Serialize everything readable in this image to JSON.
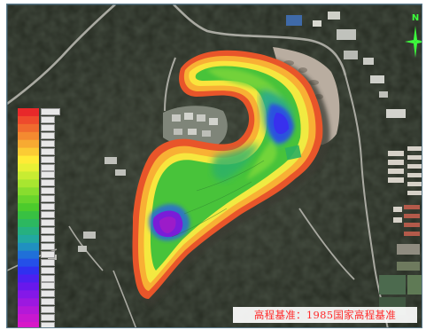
{
  "north_arrow": {
    "label": "N",
    "color": "#3cff3c"
  },
  "caption": {
    "text": "高程基准：1985国家高程基准",
    "color": "#ff2a2a"
  },
  "legend": {
    "tick_count": 28,
    "colors": [
      "#e8282a",
      "#ee4a2c",
      "#f06a2e",
      "#f48a30",
      "#f7aa32",
      "#fbcb34",
      "#ffeb36",
      "#e8f035",
      "#c8ec32",
      "#a8e630",
      "#88dd2e",
      "#68d42c",
      "#4ccb2c",
      "#38c142",
      "#2cb860",
      "#26b080",
      "#22a8a0",
      "#2090c0",
      "#2070d8",
      "#2450e8",
      "#3030f0",
      "#4c20f0",
      "#6818ec",
      "#8418e8",
      "#9c18e0",
      "#b418d8",
      "#c818d0",
      "#d818c8"
    ]
  },
  "terrain": {
    "dark_colors": [
      "#252a23",
      "#1e2320",
      "#2b3127",
      "#323a2e"
    ],
    "road_color": "#a9a9a1",
    "bare_ground_color": "#b9ada0",
    "field_color": "#8f8c80"
  }
}
